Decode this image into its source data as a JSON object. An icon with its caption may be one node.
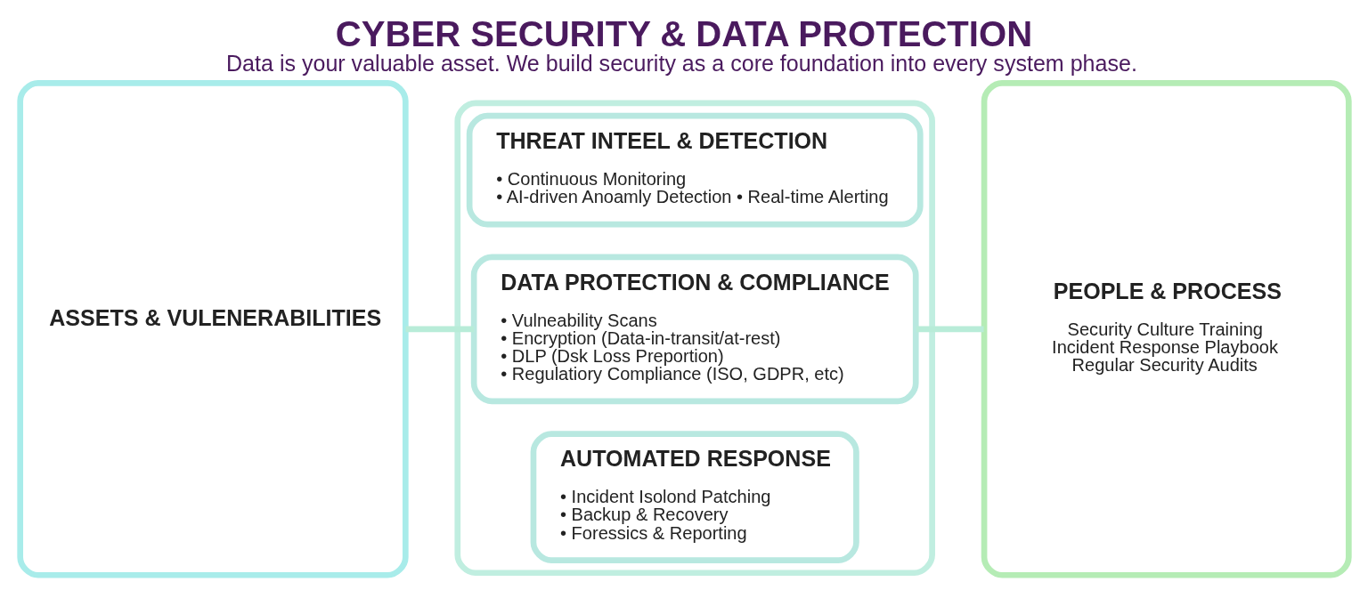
{
  "diagram": {
    "title": "CYBER SECURITY & DATA PROTECTION",
    "caption": "Data is your valuable asset. We build security as a core foundation into every system phase.",
    "nodes": [
      {
        "text": [
          "ASSETS & VULENERABILITIES"
        ]
      },
      {
        "text": [],
        "shape": "box"
      },
      {
        "text": [
          "THREAT INTEEL & DETECTION",
          "• Continuous Monitoring",
          "• AI-driven Anoamly Detection • Real-time Alerting"
        ],
        "in": 1
      },
      {
        "text": [
          "DATA PROTECTION & COMPLIANCE",
          "• Vulneability Scans",
          "• Encryption (Data-in-transit/at-rest)",
          "• DLP (Dsk Loss Preportion)",
          "• Regulatiory Compliance (ISO, GDPR, etc)"
        ],
        "in": 1
      },
      {
        "text": [
          "AUTOMATED RESPONSE",
          "• Incident Isolond Patching",
          "• Backup & Recovery",
          "• Foressics & Reporting"
        ],
        "in": 1
      },
      {
        "text": [
          "PEOPLE & PROCESS",
          "Security Culture Training",
          "Incident Response Playbook",
          "Regular Security Audits"
        ]
      }
    ],
    "edges": [
      {
        "from": 0,
        "to": 3,
        "arrow": "none"
      },
      {
        "from": 3,
        "to": 5,
        "arrow": "none"
      }
    ]
  }
}
